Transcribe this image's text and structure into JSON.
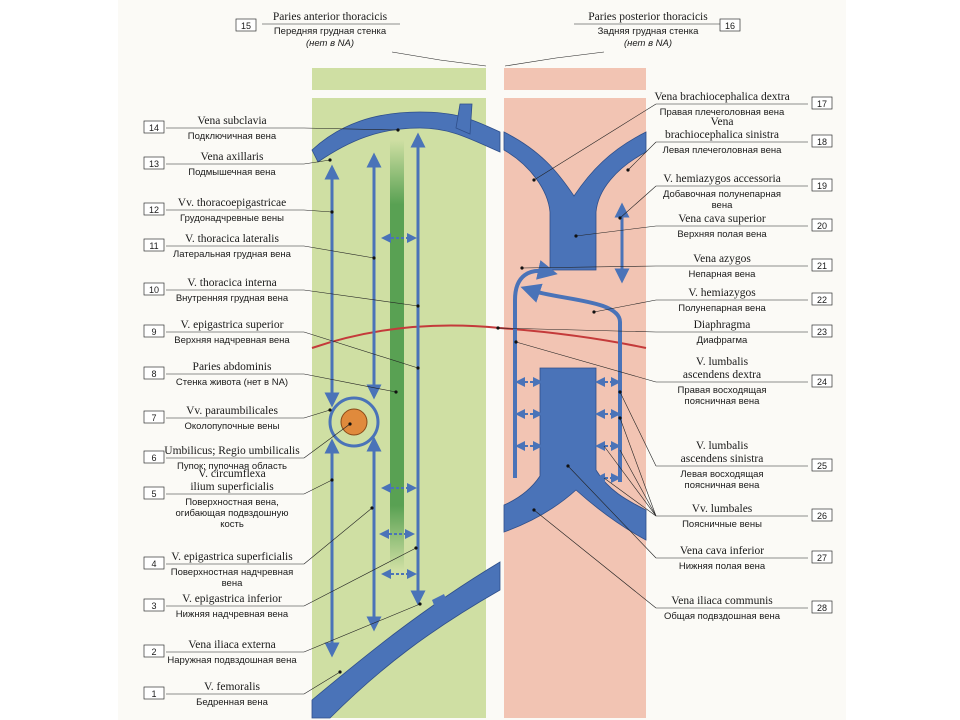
{
  "colors": {
    "anterior_wall": "#cfdfa3",
    "posterior_wall": "#f2c4b3",
    "vein": "#4a73b8",
    "vein_dark": "#2f4f8a",
    "diaphragm": "#c43a3a",
    "rectus_stripe": "#4c9a4a",
    "umbilicus": "#e08a3c",
    "pointer_line": "#222222"
  },
  "headers": [
    {
      "num": "15",
      "lat": "Paries anterior thoracicis",
      "rus": "Передняя грудная стенка",
      "note": "(нет в NA)"
    },
    {
      "num": "16",
      "lat": "Paries posterior thoracicis",
      "rus": "Задняя грудная стенка",
      "note": "(нет в NA)"
    }
  ],
  "left_labels": [
    {
      "num": "14",
      "lines": [
        "Vena subclavia"
      ],
      "rus": [
        "Подключичная вена"
      ],
      "icon": "label-left"
    },
    {
      "num": "13",
      "lines": [
        "Vena axillaris"
      ],
      "rus": [
        "Подмышечная вена"
      ]
    },
    {
      "num": "12",
      "lines": [
        "Vv. thoracoepigastricae"
      ],
      "rus": [
        "Грудонадчревные вены"
      ]
    },
    {
      "num": "11",
      "lines": [
        "V. thoracica lateralis"
      ],
      "rus": [
        "Латеральная грудная вена"
      ]
    },
    {
      "num": "10",
      "lines": [
        "V. thoracica interna"
      ],
      "rus": [
        "Внутренняя грудная вена"
      ]
    },
    {
      "num": "9",
      "lines": [
        "V. epigastrica superior"
      ],
      "rus": [
        "Верхняя надчревная вена"
      ]
    },
    {
      "num": "8",
      "lines": [
        "Paries abdominis"
      ],
      "rus": [
        "Стенка живота (нет в NA)"
      ]
    },
    {
      "num": "7",
      "lines": [
        "Vv. paraumbilicales"
      ],
      "rus": [
        "Околопупочные вены"
      ]
    },
    {
      "num": "6",
      "lines": [
        "Umbilicus; Regio umbilicalis"
      ],
      "rus": [
        "Пупок; пупочная область"
      ]
    },
    {
      "num": "5",
      "lines": [
        "V. circumflexa",
        "ilium superficialis"
      ],
      "rus": [
        "Поверхностная вена,",
        "огибающая подвздошную",
        "кость"
      ]
    },
    {
      "num": "4",
      "lines": [
        "V. epigastrica superficialis"
      ],
      "rus": [
        "Поверхностная надчревная",
        "вена"
      ]
    },
    {
      "num": "3",
      "lines": [
        "V. epigastrica inferior"
      ],
      "rus": [
        "Нижняя надчревная вена"
      ]
    },
    {
      "num": "2",
      "lines": [
        "Vena iliaca externa"
      ],
      "rus": [
        "Наружная подвздошная вена"
      ]
    },
    {
      "num": "1",
      "lines": [
        "V. femoralis"
      ],
      "rus": [
        "Бедренная вена"
      ]
    }
  ],
  "right_labels": [
    {
      "num": "17",
      "lines": [
        "Vena brachiocephalica dextra"
      ],
      "rus": [
        "Правая плечеголовная вена"
      ]
    },
    {
      "num": "18",
      "lines": [
        "Vena",
        "brachiocephalica sinistra"
      ],
      "rus": [
        "Левая плечеголовная вена"
      ]
    },
    {
      "num": "19",
      "lines": [
        "V. hemiazygos accessoria"
      ],
      "rus": [
        "Добавочная полунепарная",
        "вена"
      ]
    },
    {
      "num": "20",
      "lines": [
        "Vena cava superior"
      ],
      "rus": [
        "Верхняя полая вена"
      ]
    },
    {
      "num": "21",
      "lines": [
        "Vena azygos"
      ],
      "rus": [
        "Непарная вена"
      ]
    },
    {
      "num": "22",
      "lines": [
        "V. hemiazygos"
      ],
      "rus": [
        "Полунепарная вена"
      ]
    },
    {
      "num": "23",
      "lines": [
        "Diaphragma"
      ],
      "rus": [
        "Диафрагма"
      ]
    },
    {
      "num": "24",
      "lines": [
        "V. lumbalis",
        "ascendens dextra"
      ],
      "rus": [
        "Правая восходящая",
        "поясничная вена"
      ]
    },
    {
      "num": "25",
      "lines": [
        "V. lumbalis",
        "ascendens sinistra"
      ],
      "rus": [
        "Левая восходящая",
        "поясничная вена"
      ]
    },
    {
      "num": "26",
      "lines": [
        "Vv. lumbales"
      ],
      "rus": [
        "Поясничные вены"
      ]
    },
    {
      "num": "27",
      "lines": [
        "Vena cava inferior"
      ],
      "rus": [
        "Нижняя полая вена"
      ]
    },
    {
      "num": "28",
      "lines": [
        "Vena iliaca communis"
      ],
      "rus": [
        "Общая подвздошная вена"
      ]
    }
  ]
}
